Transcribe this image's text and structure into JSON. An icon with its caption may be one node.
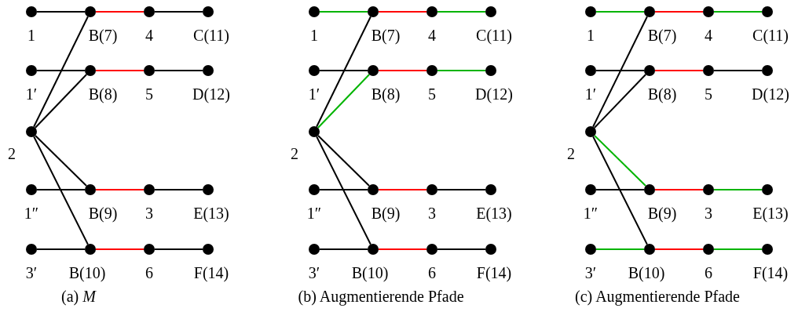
{
  "diagram": {
    "nodes": [
      {
        "text": [],
        "shape": "circle",
        "beside": [
          "1"
        ]
      },
      {
        "text": [],
        "shape": "circle",
        "beside": [
          "B(7)"
        ]
      },
      {
        "text": [],
        "shape": "circle",
        "beside": [
          "4"
        ]
      },
      {
        "text": [],
        "shape": "circle",
        "beside": [
          "C(11)"
        ]
      },
      {
        "text": [],
        "shape": "circle",
        "beside": [
          "1′"
        ]
      },
      {
        "text": [],
        "shape": "circle",
        "beside": [
          "B(8)"
        ]
      },
      {
        "text": [],
        "shape": "circle",
        "beside": [
          "5"
        ]
      },
      {
        "text": [],
        "shape": "circle",
        "beside": [
          "D(12)"
        ]
      },
      {
        "text": [],
        "shape": "circle",
        "beside": [
          "2"
        ]
      },
      {
        "text": [],
        "shape": "circle",
        "beside": [
          "1″"
        ]
      },
      {
        "text": [],
        "shape": "circle",
        "beside": [
          "B(9)"
        ]
      },
      {
        "text": [],
        "shape": "circle",
        "beside": [
          "3"
        ]
      },
      {
        "text": [],
        "shape": "circle",
        "beside": [
          "E(13)"
        ]
      },
      {
        "text": [],
        "shape": "circle",
        "beside": [
          "3′"
        ]
      },
      {
        "text": [],
        "shape": "circle",
        "beside": [
          "B(10)"
        ]
      },
      {
        "text": [],
        "shape": "circle",
        "beside": [
          "6"
        ]
      },
      {
        "text": [],
        "shape": "circle",
        "beside": [
          "F(14)"
        ]
      },
      {
        "text": [],
        "shape": "circle",
        "beside": [
          "1"
        ]
      },
      {
        "text": [],
        "shape": "circle",
        "beside": [
          "B(7)"
        ]
      },
      {
        "text": [],
        "shape": "circle",
        "beside": [
          "4"
        ]
      },
      {
        "text": [],
        "shape": "circle",
        "beside": [
          "C(11)"
        ]
      },
      {
        "text": [],
        "shape": "circle",
        "beside": [
          "1′"
        ]
      },
      {
        "text": [],
        "shape": "circle",
        "beside": [
          "B(8)"
        ]
      },
      {
        "text": [],
        "shape": "circle",
        "beside": [
          "5"
        ]
      },
      {
        "text": [],
        "shape": "circle",
        "beside": [
          "D(12)"
        ]
      },
      {
        "text": [],
        "shape": "circle",
        "beside": [
          "2"
        ]
      },
      {
        "text": [],
        "shape": "circle",
        "beside": [
          "1″"
        ]
      },
      {
        "text": [],
        "shape": "circle",
        "beside": [
          "B(9)"
        ]
      },
      {
        "text": [],
        "shape": "circle",
        "beside": [
          "3"
        ]
      },
      {
        "text": [],
        "shape": "circle",
        "beside": [
          "E(13)"
        ]
      },
      {
        "text": [],
        "shape": "circle",
        "beside": [
          "3′"
        ]
      },
      {
        "text": [],
        "shape": "circle",
        "beside": [
          "B(10)"
        ]
      },
      {
        "text": [],
        "shape": "circle",
        "beside": [
          "6"
        ]
      },
      {
        "text": [],
        "shape": "circle",
        "beside": [
          "F(14)"
        ]
      },
      {
        "text": [],
        "shape": "circle",
        "beside": [
          "1"
        ]
      },
      {
        "text": [],
        "shape": "circle",
        "beside": [
          "B(7)"
        ]
      },
      {
        "text": [],
        "shape": "circle",
        "beside": [
          "4"
        ]
      },
      {
        "text": [],
        "shape": "circle",
        "beside": [
          "C(11)"
        ]
      },
      {
        "text": [],
        "shape": "circle",
        "beside": [
          "1′"
        ]
      },
      {
        "text": [],
        "shape": "circle",
        "beside": [
          "B(8)"
        ]
      },
      {
        "text": [],
        "shape": "circle",
        "beside": [
          "5"
        ]
      },
      {
        "text": [],
        "shape": "circle",
        "beside": [
          "D(12)"
        ]
      },
      {
        "text": [],
        "shape": "circle",
        "beside": [
          "2"
        ]
      },
      {
        "text": [],
        "shape": "circle",
        "beside": [
          "1″"
        ]
      },
      {
        "text": [],
        "shape": "circle",
        "beside": [
          "B(9)"
        ]
      },
      {
        "text": [],
        "shape": "circle",
        "beside": [
          "3"
        ]
      },
      {
        "text": [],
        "shape": "circle",
        "beside": [
          "E(13)"
        ]
      },
      {
        "text": [],
        "shape": "circle",
        "beside": [
          "3′"
        ]
      },
      {
        "text": [],
        "shape": "circle",
        "beside": [
          "B(10)"
        ]
      },
      {
        "text": [],
        "shape": "circle",
        "beside": [
          "6"
        ]
      },
      {
        "text": [],
        "shape": "circle",
        "beside": [
          "F(14)"
        ]
      }
    ],
    "edges": [
      {
        "from": 0,
        "to": 1,
        "arrow": "none"
      },
      {
        "from": 1,
        "to": 2,
        "arrow": "none",
        "color": "#ff0000"
      },
      {
        "from": 2,
        "to": 3,
        "arrow": "none"
      },
      {
        "from": 4,
        "to": 5,
        "arrow": "none"
      },
      {
        "from": 5,
        "to": 6,
        "arrow": "none",
        "color": "#ff0000"
      },
      {
        "from": 6,
        "to": 7,
        "arrow": "none"
      },
      {
        "from": 8,
        "to": 1,
        "arrow": "none"
      },
      {
        "from": 8,
        "to": 5,
        "arrow": "none"
      },
      {
        "from": 8,
        "to": 10,
        "arrow": "none"
      },
      {
        "from": 8,
        "to": 14,
        "arrow": "none"
      },
      {
        "from": 9,
        "to": 10,
        "arrow": "none"
      },
      {
        "from": 10,
        "to": 11,
        "arrow": "none",
        "color": "#ff0000"
      },
      {
        "from": 11,
        "to": 12,
        "arrow": "none"
      },
      {
        "from": 13,
        "to": 14,
        "arrow": "none"
      },
      {
        "from": 14,
        "to": 15,
        "arrow": "none",
        "color": "#ff0000"
      },
      {
        "from": 15,
        "to": 16,
        "arrow": "none"
      },
      {
        "from": 17,
        "to": 18,
        "arrow": "none",
        "color": "#00b400"
      },
      {
        "from": 18,
        "to": 19,
        "arrow": "none",
        "color": "#ff0000"
      },
      {
        "from": 19,
        "to": 20,
        "arrow": "none",
        "color": "#00b400"
      },
      {
        "from": 21,
        "to": 22,
        "arrow": "none"
      },
      {
        "from": 22,
        "to": 23,
        "arrow": "none",
        "color": "#ff0000"
      },
      {
        "from": 23,
        "to": 24,
        "arrow": "none",
        "color": "#00b400"
      },
      {
        "from": 25,
        "to": 18,
        "arrow": "none"
      },
      {
        "from": 25,
        "to": 22,
        "arrow": "none",
        "color": "#00b400"
      },
      {
        "from": 25,
        "to": 27,
        "arrow": "none"
      },
      {
        "from": 25,
        "to": 31,
        "arrow": "none"
      },
      {
        "from": 26,
        "to": 27,
        "arrow": "none"
      },
      {
        "from": 27,
        "to": 28,
        "arrow": "none",
        "color": "#ff0000"
      },
      {
        "from": 28,
        "to": 29,
        "arrow": "none"
      },
      {
        "from": 30,
        "to": 31,
        "arrow": "none"
      },
      {
        "from": 31,
        "to": 32,
        "arrow": "none",
        "color": "#ff0000"
      },
      {
        "from": 32,
        "to": 33,
        "arrow": "none"
      },
      {
        "from": 34,
        "to": 35,
        "arrow": "none",
        "color": "#00b400"
      },
      {
        "from": 35,
        "to": 36,
        "arrow": "none",
        "color": "#ff0000"
      },
      {
        "from": 36,
        "to": 37,
        "arrow": "none",
        "color": "#00b400"
      },
      {
        "from": 38,
        "to": 39,
        "arrow": "none"
      },
      {
        "from": 39,
        "to": 40,
        "arrow": "none",
        "color": "#ff0000"
      },
      {
        "from": 40,
        "to": 41,
        "arrow": "none"
      },
      {
        "from": 42,
        "to": 35,
        "arrow": "none"
      },
      {
        "from": 42,
        "to": 39,
        "arrow": "none"
      },
      {
        "from": 42,
        "to": 44,
        "arrow": "none",
        "color": "#00b400"
      },
      {
        "from": 42,
        "to": 48,
        "arrow": "none"
      },
      {
        "from": 43,
        "to": 44,
        "arrow": "none"
      },
      {
        "from": 44,
        "to": 45,
        "arrow": "none",
        "color": "#ff0000"
      },
      {
        "from": 45,
        "to": 46,
        "arrow": "none",
        "color": "#00b400"
      },
      {
        "from": 47,
        "to": 48,
        "arrow": "none",
        "color": "#00b400"
      },
      {
        "from": 48,
        "to": 49,
        "arrow": "none",
        "color": "#ff0000"
      },
      {
        "from": 49,
        "to": 50,
        "arrow": "none",
        "color": "#00b400"
      }
    ],
    "labels": [
      "(a) *M*",
      "(b) Augmentierende Pfade",
      "(c) Augmentierende Pfade"
    ]
  }
}
